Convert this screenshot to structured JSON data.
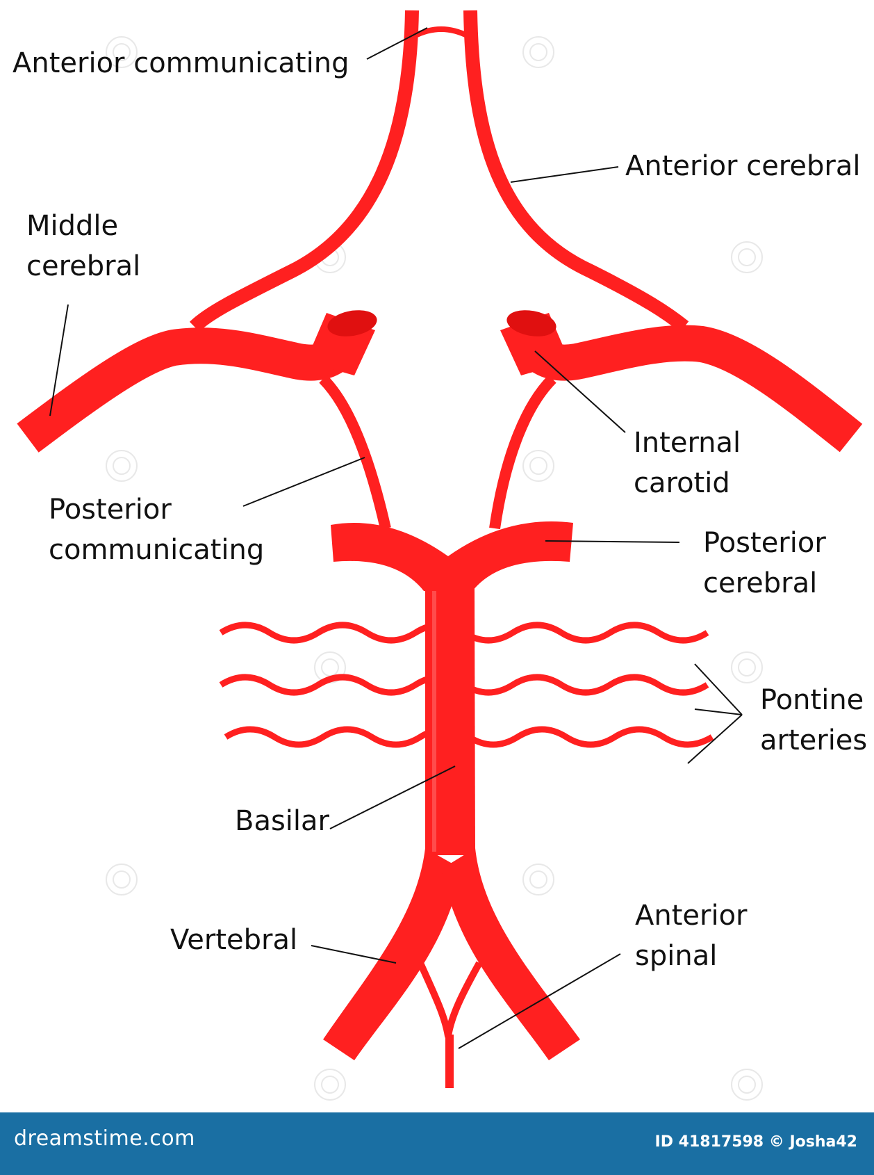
{
  "labels": {
    "anterior_communicating": "Anterior communicating",
    "anterior_cerebral": "Anterior cerebral",
    "middle_cerebral_1": "Middle",
    "middle_cerebral_2": "cerebral",
    "internal_carotid_1": "Internal",
    "internal_carotid_2": "carotid",
    "posterior_communicating_1": "Posterior",
    "posterior_communicating_2": "communicating",
    "posterior_cerebral_1": "Posterior",
    "posterior_cerebral_2": "cerebral",
    "pontine_1": "Pontine",
    "pontine_2": "arteries",
    "basilar": "Basilar",
    "vertebral": "Vertebral",
    "anterior_spinal_1": "Anterior",
    "anterior_spinal_2": "spinal"
  },
  "footer": {
    "brand": "dreamstime.com",
    "id_text": "ID 41817598",
    "copyright": "©",
    "author": "Josha42"
  },
  "colors": {
    "artery": "#ff2020",
    "artery_dark": "#e01010",
    "footer_bg": "#1a6fa3"
  },
  "icons": {
    "watermark": "spiral-watermark-icon"
  }
}
